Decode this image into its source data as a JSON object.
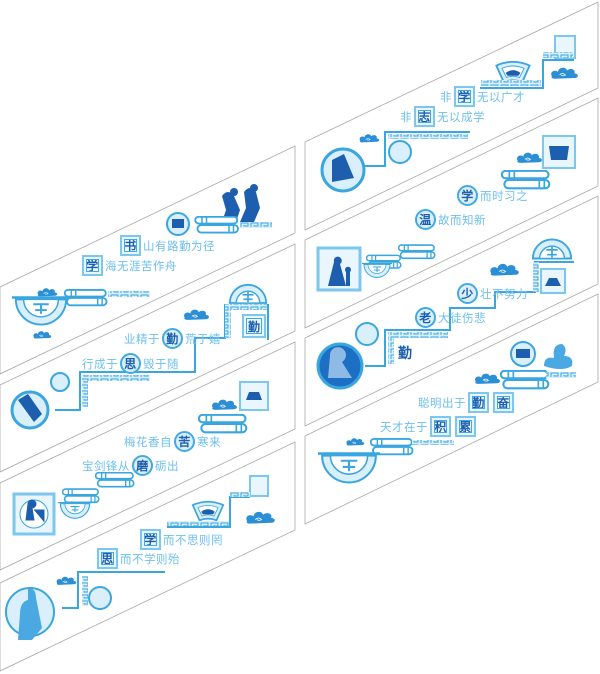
{
  "colors": {
    "primary": "#3aa6e0",
    "dark": "#1d5fae",
    "pale": "#d9effb",
    "text": "#6cbfee",
    "outline": "#9a9a9a"
  },
  "left_panels": [
    {
      "quotes": [
        {
          "pre": "",
          "key": "书",
          "post": "山有路勤为径"
        },
        {
          "pre": "",
          "key": "学",
          "post": "海无涯苦作舟"
        }
      ]
    },
    {
      "seal": "勤",
      "quotes": [
        {
          "pre": "业精于",
          "key": "勤",
          "post": "荒于嬉"
        },
        {
          "pre": "行成于",
          "key": "思",
          "post": "毁于随"
        }
      ]
    },
    {
      "quotes": [
        {
          "pre": "梅花香自",
          "key": "苦",
          "post": "寒来"
        },
        {
          "pre": "宝剑锋从",
          "key": "磨",
          "post": "砺出"
        }
      ]
    },
    {
      "quotes": [
        {
          "pre": "",
          "key": "学",
          "post": "而不思则罔"
        },
        {
          "pre": "",
          "key": "思",
          "post": "而不学则殆"
        }
      ]
    }
  ],
  "right_panels": [
    {
      "quotes": [
        {
          "pre": "非",
          "key": "学",
          "post": "无以广才"
        },
        {
          "pre": "非",
          "key": "志",
          "post": "无以成学"
        }
      ]
    },
    {
      "quotes": [
        {
          "pre": "",
          "key": "学",
          "post": "而时习之"
        },
        {
          "pre": "",
          "key": "温",
          "post": "故而知新"
        }
      ]
    },
    {
      "seal": "勤",
      "quotes": [
        {
          "pre": "",
          "key": "少",
          "post": "壮不努力"
        },
        {
          "pre": "",
          "key": "老",
          "post": "大徒伤悲"
        }
      ]
    },
    {
      "quotes": [
        {
          "pre": "聪明出于",
          "key": "勤",
          "key2": "奋",
          "post": ""
        },
        {
          "pre": "天才在于",
          "key": "积",
          "key2": "累",
          "post": ""
        }
      ]
    }
  ]
}
